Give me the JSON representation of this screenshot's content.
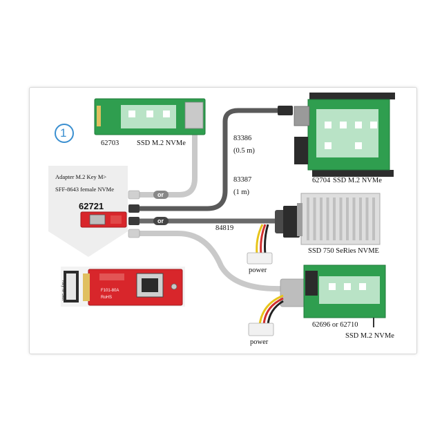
{
  "step_number": "1",
  "products": {
    "p62703": {
      "code": "62703",
      "desc": "SSD M.2 NVMe"
    },
    "p62704": {
      "code": "62704",
      "desc": "SSD M.2 NVMe"
    },
    "p62721": {
      "code": "62721",
      "line1": "Adapter M.2 Key M>",
      "line2": "SFF-8643 female NVMe"
    },
    "ssd750": {
      "desc": "SSD 750 SeRies NVME"
    },
    "p62696": {
      "code": "62696 or 62710",
      "desc": "SSD M.2 NVMe"
    }
  },
  "cables": {
    "c83386": {
      "code": "83386",
      "length": "(0.5 m)"
    },
    "c83387": {
      "code": "83387",
      "length": "(1 m)"
    },
    "c84819": {
      "code": "84819"
    }
  },
  "or_label": "or",
  "power_label": "power",
  "board_text": {
    "slot_label": "Key M Slot",
    "chip_label": "F101-80A",
    "rohs": "RoHS"
  },
  "colors": {
    "green_pcb": "#2f9e4f",
    "red_pcb": "#d8262b",
    "cable_dark": "#5a5a5a",
    "cable_light": "#c9c9c9",
    "step_circle": "#3a8fd0"
  }
}
